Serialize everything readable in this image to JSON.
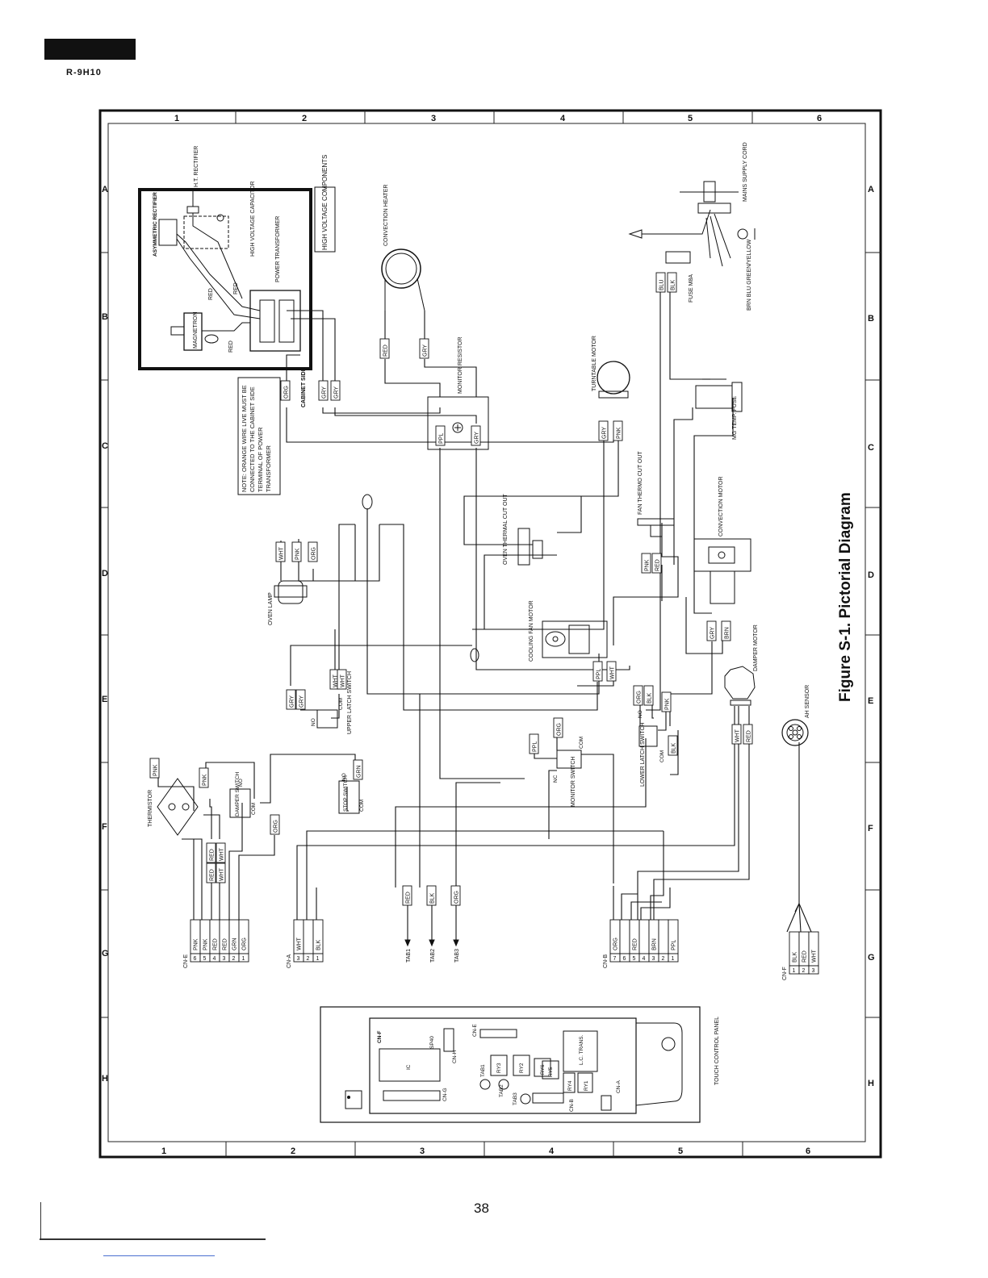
{
  "header": {
    "model": "R-9H10"
  },
  "page_number": "38",
  "figure_title": "Figure S-1. Pictorial Diagram",
  "grid": {
    "columns": [
      "1",
      "2",
      "3",
      "4",
      "5",
      "6"
    ],
    "rows": [
      "A",
      "B",
      "C",
      "D",
      "E",
      "F",
      "G",
      "H"
    ]
  },
  "components": {
    "hv_box": "HIGH VOLTAGE COMPONENTS",
    "ht_rectifier": "H.T. RECTIFIER",
    "asymmetric_rectifier": "ASYMMETRIC RECTIFIER",
    "hv_capacitor": "HIGH VOLTAGE CAPACITOR",
    "power_transformer": "POWER TRANSFORMER",
    "magnetron": "MAGNETRON",
    "note_orange": "NOTE: ORANGE WIRE LIVE MUST BE CONNECTED TO THE CABINET SIDE TERMINAL OF POWER TRANSFORMER",
    "cabinet_side": "CABINET SIDE",
    "convection_heater": "CONVECTION HEATER",
    "monitor_resistor": "MONITOR RESISTOR",
    "turntable_motor": "TURNTABLE MOTOR",
    "mains_supply_cord": "MAINS SUPPLY CORD",
    "fuse": "FUSE M8A",
    "wire_colors_mains": "BRN BLU GREEN/YELLOW",
    "mg_temp_fuse": "MG TEMP. FUSE",
    "oven_lamp": "OVEN LAMP",
    "oven_thermal_cutout": "OVEN THERMAL CUT OUT",
    "fan_thermo_cutout": "FAN THERMO CUT OUT",
    "convection_motor": "CONVECTION MOTOR",
    "cooling_fan_motor": "COOLING FAN MOTOR",
    "damper_motor": "DAMPER MOTOR",
    "ah_sensor": "AH SENSOR",
    "upper_latch_switch": "UPPER LATCH SWITCH",
    "lower_latch_switch": "LOWER LATCH SWITCH",
    "monitor_switch": "MONITOR SWITCH",
    "stop_switch": "STOP SWITCH",
    "damper_switch": "DAMPER SWITCH",
    "thermistor": "THERMISTOR",
    "touch_control_panel": "TOUCH CONTROL PANEL"
  },
  "wire_labels": {
    "red": "RED",
    "gry": "GRY",
    "org": "ORG",
    "pnk": "PNK",
    "wht": "WHT",
    "blk": "BLK",
    "blu": "BLU",
    "ppl": "PPL",
    "brn": "BRN",
    "grn": "GRN"
  },
  "switch_terms": {
    "no": "NO",
    "nc": "NC",
    "com": "COM"
  },
  "connectors": {
    "cne": {
      "name": "CN-E",
      "pins": [
        "6",
        "5",
        "4",
        "3",
        "2",
        "1"
      ],
      "wires": [
        "PNK",
        "PNK",
        "RED",
        "RED",
        "GRN",
        "ORG"
      ]
    },
    "cna": {
      "name": "CN-A",
      "pins": [
        "3",
        "2",
        "1"
      ],
      "wires": [
        "WHT",
        "",
        "BLK"
      ]
    },
    "cnb": {
      "name": "CN-B",
      "pins": [
        "7",
        "6",
        "5",
        "4",
        "3",
        "2",
        "1"
      ],
      "wires": [
        "ORG",
        "",
        "RED",
        "",
        "BRN",
        "",
        "PPL"
      ]
    },
    "cnf": {
      "name": "CN-F",
      "pins": [
        "1",
        "2",
        "3"
      ],
      "wires": [
        "BLK",
        "RED",
        "WHT"
      ]
    }
  },
  "tabs": [
    "TAB1",
    "TAB2",
    "TAB3"
  ],
  "panel": {
    "labels": [
      "CN-F",
      "SP40",
      "CN-E",
      "CN-H",
      "IC",
      "RY3",
      "RY2",
      "RY6",
      "RY5",
      "RY4",
      "RY1",
      "CN-G",
      "TAB1",
      "TAB2",
      "TAB3",
      "CN-B",
      "CN-A",
      "L.C. TRANS."
    ]
  }
}
